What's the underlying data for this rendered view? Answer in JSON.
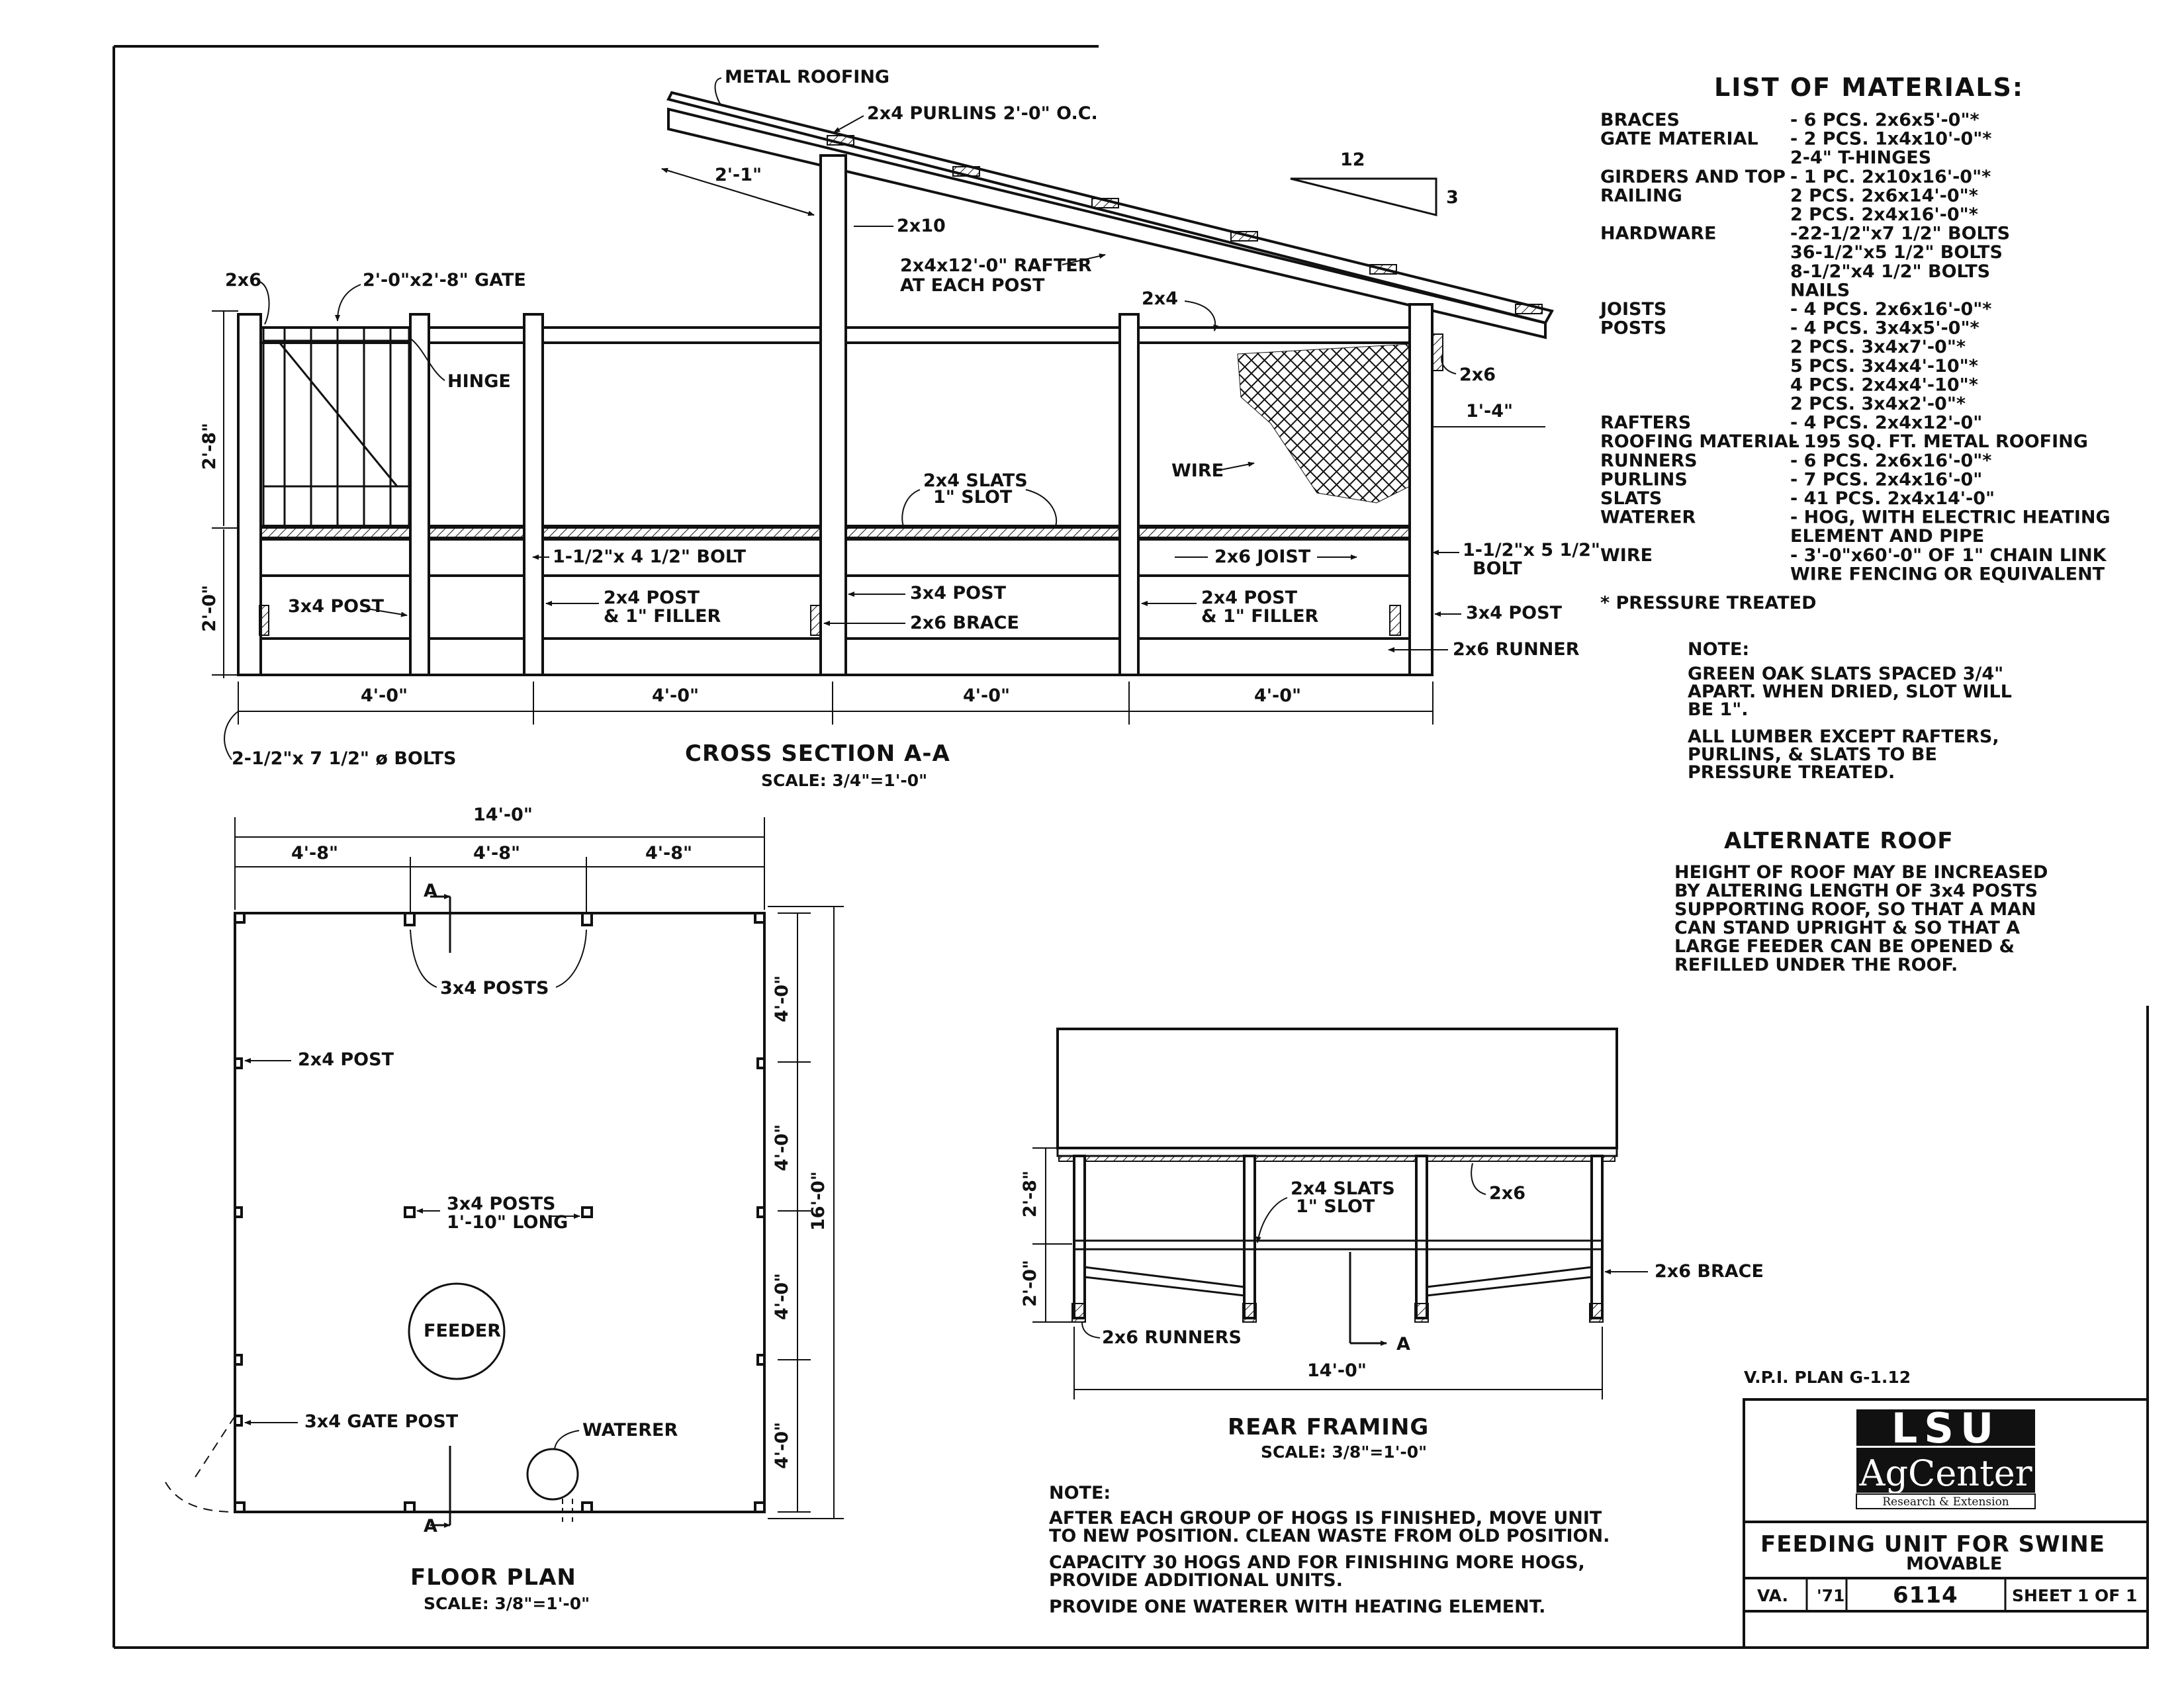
{
  "cross_section": {
    "labels": {
      "metal_roofing": "METAL ROOFING",
      "purlins": "2x4 PURLINS  2'-0\" O.C.",
      "span_2_1": "2'-1\"",
      "t2x10": "2x10",
      "rafter_1": "2x4x12'-0\" RAFTER",
      "rafter_2": "AT EACH POST",
      "slope_run": "12",
      "slope_rise": "3",
      "t2x6_top": "2x6",
      "gate": "2'-0\"x2'-8\" GATE",
      "hinge": "HINGE",
      "t2x4": "2x4",
      "t2x6_right": "2x6",
      "overhang": "1'-4\"",
      "wire": "WIRE",
      "slats_1": "2x4 SLATS",
      "slats_2": "1\" SLOT",
      "height_upper": "2'-8\"",
      "height_lower": "2'-0\"",
      "bolt_1": "1-1/2\"x 4 1/2\" BOLT",
      "joist": "2x6 JOIST",
      "bolt_2a": "1-1/2\"x 5 1/2\"",
      "bolt_2b": "BOLT",
      "post3x4_left": "3x4 POST",
      "post2x4_a1": "2x4 POST",
      "post2x4_a2": "& 1\" FILLER",
      "post3x4_mid": "3x4 POST",
      "brace": "2x6 BRACE",
      "post2x4_b1": "2x4 POST",
      "post2x4_b2": "& 1\" FILLER",
      "post3x4_right": "3x4 POST",
      "runner": "2x6 RUNNER",
      "bolts_bottom": "2-1/2\"x 7 1/2\" ø BOLTS",
      "dim_1": "4'-0\"",
      "dim_2": "4'-0\"",
      "dim_3": "4'-0\"",
      "dim_4": "4'-0\""
    },
    "title": "CROSS SECTION A-A",
    "scale": "SCALE: 3/4\"=1'-0\""
  },
  "materials": {
    "title": "LIST OF MATERIALS:",
    "rows": [
      {
        "item": "BRACES",
        "qty": "- 6 PCS.  2x6x5'-0\"*"
      },
      {
        "item": "GATE MATERIAL",
        "qty": "- 2 PCS.  1x4x10'-0\"*"
      },
      {
        "item": "",
        "qty": "2-4\" T-HINGES"
      },
      {
        "item": "GIRDERS AND TOP",
        "qty": "- 1 PC.  2x10x16'-0\"*"
      },
      {
        "item": "   RAILING",
        "qty": "2 PCS.  2x6x14'-0\"*"
      },
      {
        "item": "",
        "qty": "2 PCS.  2x4x16'-0\"*"
      },
      {
        "item": "HARDWARE",
        "qty": "-22-1/2\"x7 1/2\" BOLTS"
      },
      {
        "item": "",
        "qty": "36-1/2\"x5 1/2\" BOLTS"
      },
      {
        "item": "",
        "qty": "8-1/2\"x4 1/2\" BOLTS"
      },
      {
        "item": "",
        "qty": "NAILS"
      },
      {
        "item": "JOISTS",
        "qty": "- 4 PCS.  2x6x16'-0\"*"
      },
      {
        "item": "POSTS",
        "qty": "- 4 PCS.  3x4x5'-0\"*"
      },
      {
        "item": "",
        "qty": "2 PCS.  3x4x7'-0\"*"
      },
      {
        "item": "",
        "qty": "5 PCS.  3x4x4'-10\"*"
      },
      {
        "item": "",
        "qty": "4 PCS.  2x4x4'-10\"*"
      },
      {
        "item": "",
        "qty": "2 PCS.  3x4x2'-0\"*"
      },
      {
        "item": "RAFTERS",
        "qty": "- 4 PCS.  2x4x12'-0\""
      },
      {
        "item": "ROOFING MATERIAL",
        "qty": "- 195 SQ. FT. METAL ROOFING"
      },
      {
        "item": "RUNNERS",
        "qty": "- 6 PCS.  2x6x16'-0\"*"
      },
      {
        "item": "PURLINS",
        "qty": "- 7 PCS.  2x4x16'-0\""
      },
      {
        "item": "SLATS",
        "qty": "- 41 PCS.  2x4x14'-0\""
      },
      {
        "item": "WATERER",
        "qty": "- HOG, WITH ELECTRIC HEATING"
      },
      {
        "item": "",
        "qty": "   ELEMENT AND PIPE"
      },
      {
        "item": "WIRE",
        "qty": "- 3'-0\"x60'-0\" OF 1\" CHAIN LINK"
      },
      {
        "item": "",
        "qty": "   WIRE FENCING OR EQUIVALENT"
      }
    ],
    "footnote": "* PRESSURE TREATED"
  },
  "note_right": {
    "head": "NOTE:",
    "lines": [
      "GREEN OAK SLATS SPACED 3/4\"",
      "APART.  WHEN DRIED, SLOT WILL",
      "BE 1\".",
      "ALL LUMBER EXCEPT RAFTERS,",
      "PURLINS, & SLATS TO BE",
      "PRESSURE TREATED."
    ]
  },
  "alt_roof": {
    "title": "ALTERNATE ROOF",
    "lines": [
      "HEIGHT OF ROOF MAY BE INCREASED",
      "BY ALTERING LENGTH OF 3x4 POSTS",
      "SUPPORTING ROOF, SO THAT A MAN",
      "CAN STAND UPRIGHT & SO THAT A",
      "LARGE FEEDER CAN BE OPENED &",
      "REFILLED UNDER THE ROOF."
    ]
  },
  "floor_plan": {
    "dim_total": "14'-0\"",
    "dim_1": "4'-8\"",
    "dim_2": "4'-8\"",
    "dim_3": "4'-8\"",
    "section_a_top": "A",
    "section_a_bottom": "A",
    "posts_top": "3x4  POSTS",
    "post_2x4": "2x4 POST",
    "posts_mid_1": "3x4 POSTS",
    "posts_mid_2": "1'-10\" LONG",
    "feeder": "FEEDER",
    "gate_post": "3x4 GATE POST",
    "waterer": "WATERER",
    "dim_v1": "4'-0\"",
    "dim_v2": "4'-0\"",
    "dim_v3": "4'-0\"",
    "dim_v4": "4'-0\"",
    "dim_v_total": "16'-0\"",
    "title": "FLOOR PLAN",
    "scale": "SCALE: 3/8\"=1'-0\""
  },
  "rear_framing": {
    "height_upper": "2'-8\"",
    "height_lower": "2'-0\"",
    "slats_1": "2x4 SLATS",
    "slats_2": "1\" SLOT",
    "t2x6": "2x6",
    "brace": "2x6 BRACE",
    "runners": "2x6 RUNNERS",
    "section_a": "A",
    "dim": "14'-0\"",
    "title": "REAR FRAMING",
    "scale": "SCALE: 3/8\"=1'-0\""
  },
  "note_bottom": {
    "head": "NOTE:",
    "lines": [
      "AFTER EACH GROUP OF HOGS IS FINISHED, MOVE UNIT",
      "TO NEW POSITION.  CLEAN WASTE FROM OLD POSITION.",
      "CAPACITY 30 HOGS AND FOR FINISHING MORE HOGS,",
      "PROVIDE ADDITIONAL UNITS.",
      "PROVIDE ONE WATERER WITH HEATING ELEMENT."
    ]
  },
  "title_block": {
    "plan_ref": "V.P.I. PLAN G-1.12",
    "logo_top": "LSU",
    "logo_mid": "AgCenter",
    "logo_sub": "Research & Extension",
    "title": "FEEDING UNIT FOR SWINE",
    "subtitle": "MOVABLE",
    "state": "VA.",
    "year": "'71",
    "number": "6114",
    "sheet": "SHEET 1 OF 1"
  }
}
